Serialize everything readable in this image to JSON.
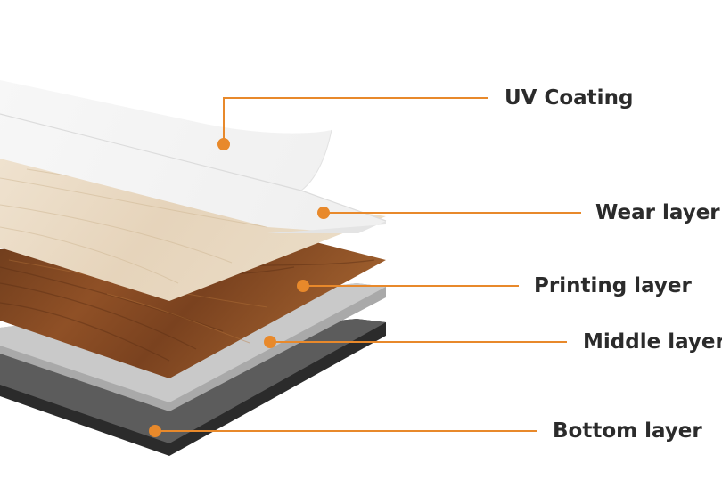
{
  "colors": {
    "accent": "#E8892B",
    "label_text": "#2B2B2B",
    "uv_coating": "#F4F4F4",
    "wear_layer": "#EAEAEA",
    "printing_layer": "#8A4A22",
    "middle_layer": "#C4C4C4",
    "bottom_layer": "#2E2E2E"
  },
  "layers": [
    {
      "id": "uv-coating",
      "label": "UV Coating"
    },
    {
      "id": "wear-layer",
      "label": "Wear layer"
    },
    {
      "id": "printing-layer",
      "label": "Printing layer"
    },
    {
      "id": "middle-layer",
      "label": "Middle layer"
    },
    {
      "id": "bottom-layer",
      "label": "Bottom layer"
    }
  ]
}
